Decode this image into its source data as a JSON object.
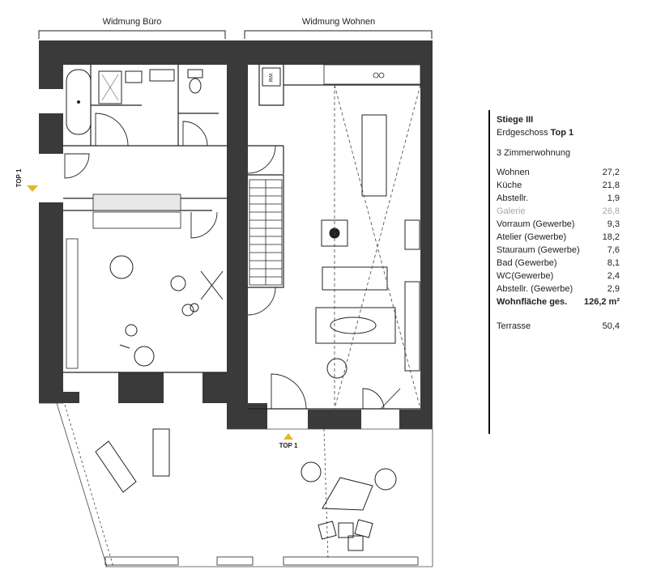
{
  "labels": {
    "widmung_buero": "Widmung Büro",
    "widmung_wohnen": "Widmung Wohnen",
    "top_side": "TOP 1",
    "top_bottom": "TOP 1",
    "wm": "WM"
  },
  "info": {
    "stiege": "Stiege III",
    "floor": "Erdgeschoss",
    "unit": "Top 1",
    "type": "3 Zimmerwohnung",
    "rooms": [
      {
        "name": "Wohnen",
        "area": "27,2",
        "muted": false
      },
      {
        "name": "Küche",
        "area": "21,8",
        "muted": false
      },
      {
        "name": "Abstellr.",
        "area": "1,9",
        "muted": false
      },
      {
        "name": "Galerie",
        "area": "26,8",
        "muted": true
      },
      {
        "name": "Vorraum (Gewerbe)",
        "area": "9,3",
        "muted": false
      },
      {
        "name": "Atelier (Gewerbe)",
        "area": "18,2",
        "muted": false
      },
      {
        "name": "Stauraum (Gewerbe)",
        "area": "7,6",
        "muted": false
      },
      {
        "name": "Bad (Gewerbe)",
        "area": "8,1",
        "muted": false
      },
      {
        "name": "WC(Gewerbe)",
        "area": "2,4",
        "muted": false
      },
      {
        "name": "Abstellr. (Gewerbe)",
        "area": "2,9",
        "muted": false
      }
    ],
    "total_label": "Wohnfläche ges.",
    "total_value": "126,2 m²",
    "terrace_label": "Terrasse",
    "terrace_value": "50,4"
  },
  "colors": {
    "wall": "#3a3a3a",
    "marker": "#e2b82a",
    "muted_text": "#a8a8a8"
  }
}
